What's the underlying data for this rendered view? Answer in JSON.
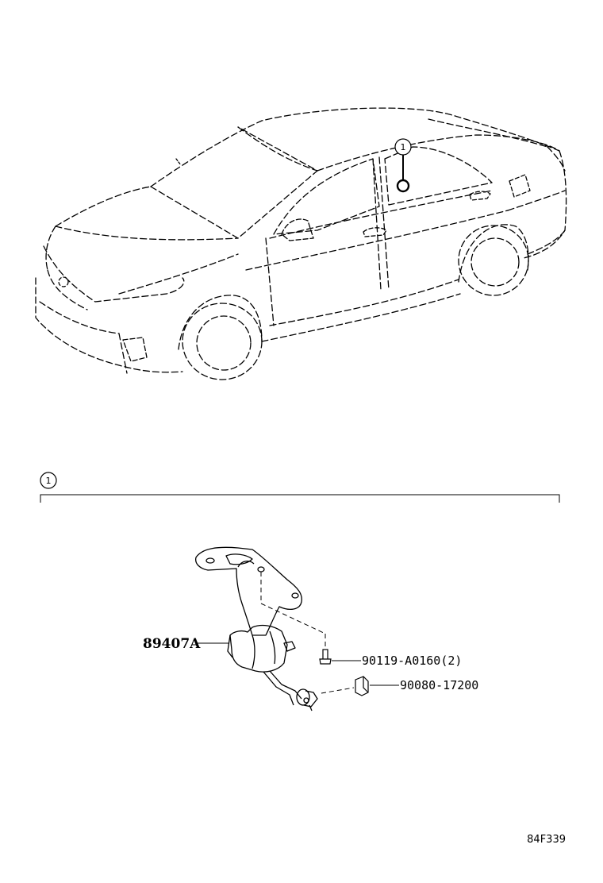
{
  "diagram": {
    "callout_id": "1",
    "figure_id": "84F339",
    "parts": [
      {
        "part_number": "89407A"
      },
      {
        "part_number": "90119-A0160(2)"
      },
      {
        "part_number": "90080-17200"
      }
    ]
  }
}
